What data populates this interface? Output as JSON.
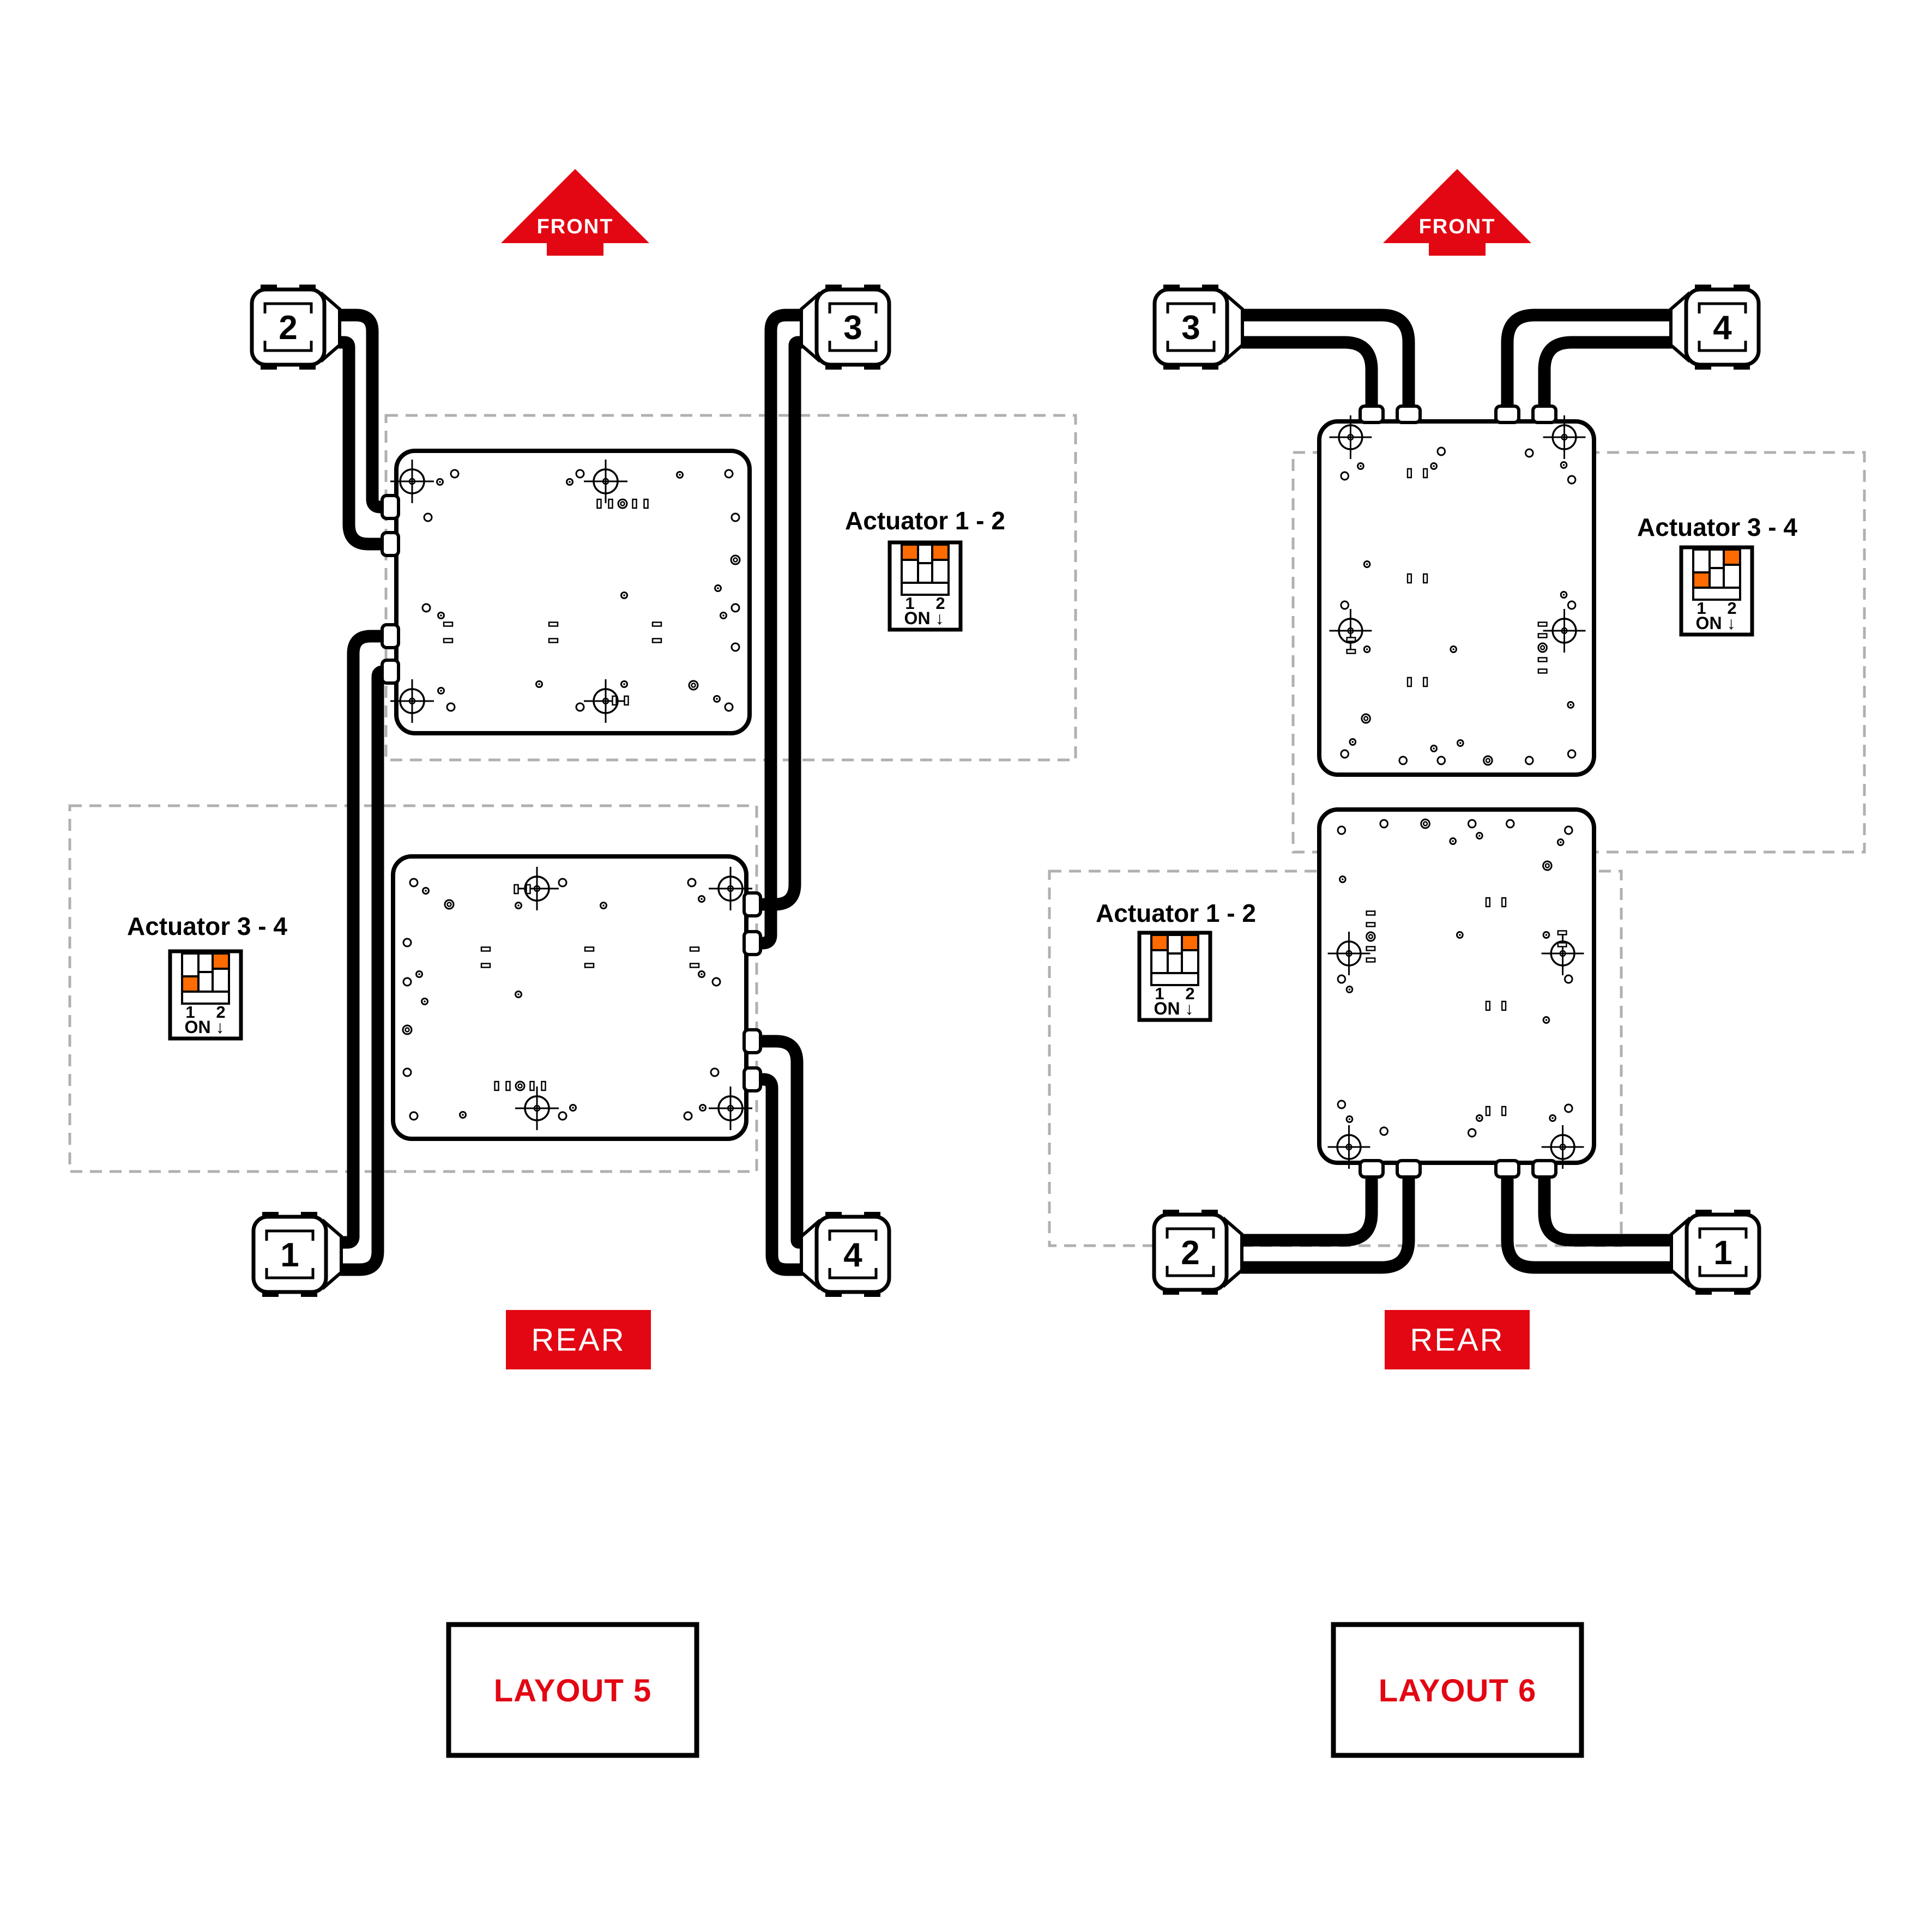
{
  "diagram": {
    "description": "Actuator wiring layout diagram",
    "colors": {
      "accent_red": "#e30613",
      "dip_orange": "#ff6b00",
      "line_black": "#000000",
      "dashed_gray": "#b0b0b0"
    },
    "panels": [
      {
        "name": "Layout 5",
        "front_label": "FRONT",
        "rear_label": "REAR",
        "title": "LAYOUT 5",
        "actuator_connectors": [
          {
            "id": "2"
          },
          {
            "id": "3"
          },
          {
            "id": "1"
          },
          {
            "id": "4"
          }
        ],
        "dip_groups": [
          {
            "label": "Actuator 1 - 2",
            "switch_labels": [
              "1",
              "2"
            ],
            "on_label": "ON ↓",
            "states": [
              "up",
              "up"
            ]
          },
          {
            "label": "Actuator 3 - 4",
            "switch_labels": [
              "1",
              "2"
            ],
            "on_label": "ON ↓",
            "states": [
              "down",
              "up"
            ]
          }
        ]
      },
      {
        "name": "Layout 6",
        "front_label": "FRONT",
        "rear_label": "REAR",
        "title": "LAYOUT 6",
        "actuator_connectors": [
          {
            "id": "3"
          },
          {
            "id": "4"
          },
          {
            "id": "2"
          },
          {
            "id": "1"
          }
        ],
        "dip_groups": [
          {
            "label": "Actuator 3 - 4",
            "switch_labels": [
              "1",
              "2"
            ],
            "on_label": "ON ↓",
            "states": [
              "down",
              "up"
            ]
          },
          {
            "label": "Actuator 1 - 2",
            "switch_labels": [
              "1",
              "2"
            ],
            "on_label": "ON ↓",
            "states": [
              "up",
              "up"
            ]
          }
        ]
      }
    ]
  }
}
